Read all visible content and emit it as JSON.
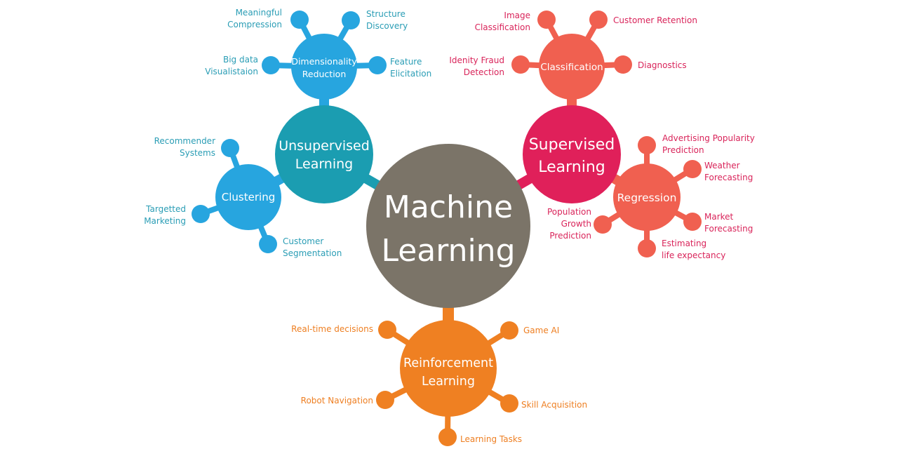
{
  "title": "Machine Learning",
  "colors": {
    "center": "#7b7468",
    "unsupervised": "#1b9db1",
    "unsupervised_sub": "#27a5df",
    "unsupervised_label": "#2a9db5",
    "supervised": "#e0205a",
    "supervised_sub": "#f06050",
    "supervised_label": "#d9245a",
    "reinforcement": "#ef8022",
    "reinforcement_label": "#ee7f22"
  },
  "center": {
    "line1": "Machine",
    "line2": "Learning"
  },
  "branches": {
    "unsupervised": {
      "line1": "Unsupervised",
      "line2": "Learning",
      "subs": {
        "dimensionality": {
          "line1": "Dimensionality",
          "line2": "Reduction",
          "leaves": [
            {
              "line1": "Meaningful",
              "line2": "Compression"
            },
            {
              "line1": "Structure",
              "line2": "Discovery"
            },
            {
              "line1": "Feature",
              "line2": "Elicitation"
            },
            {
              "line1": "Big data",
              "line2": "Visualistaion"
            }
          ]
        },
        "clustering": {
          "label": "Clustering",
          "leaves": [
            {
              "line1": "Recommender",
              "line2": "Systems"
            },
            {
              "line1": "Targetted",
              "line2": "Marketing"
            },
            {
              "line1": "Customer",
              "line2": "Segmentation"
            }
          ]
        }
      }
    },
    "supervised": {
      "line1": "Supervised",
      "line2": "Learning",
      "subs": {
        "classification": {
          "label": "Classification",
          "leaves": [
            {
              "line1": "Image",
              "line2": "Classification"
            },
            {
              "line1": "Customer Retention",
              "line2": ""
            },
            {
              "line1": "Diagnostics",
              "line2": ""
            },
            {
              "line1": "Idenity Fraud",
              "line2": "Detection"
            }
          ]
        },
        "regression": {
          "label": "Regression",
          "leaves": [
            {
              "line1": "Advertising Popularity",
              "line2": "Prediction"
            },
            {
              "line1": "Weather",
              "line2": "Forecasting"
            },
            {
              "line1": "Market",
              "line2": "Forecasting"
            },
            {
              "line1": "Estimating",
              "line2": "life expectancy"
            },
            {
              "line1": "Population",
              "line2": "Growth",
              "line3": "Prediction"
            }
          ]
        }
      }
    },
    "reinforcement": {
      "line1": "Reinforcement",
      "line2": "Learning",
      "leaves": [
        {
          "line1": "Real-time decisions"
        },
        {
          "line1": "Game AI"
        },
        {
          "line1": "Robot Navigation"
        },
        {
          "line1": "Skill Acquisition"
        },
        {
          "line1": "Learning Tasks"
        }
      ]
    }
  }
}
